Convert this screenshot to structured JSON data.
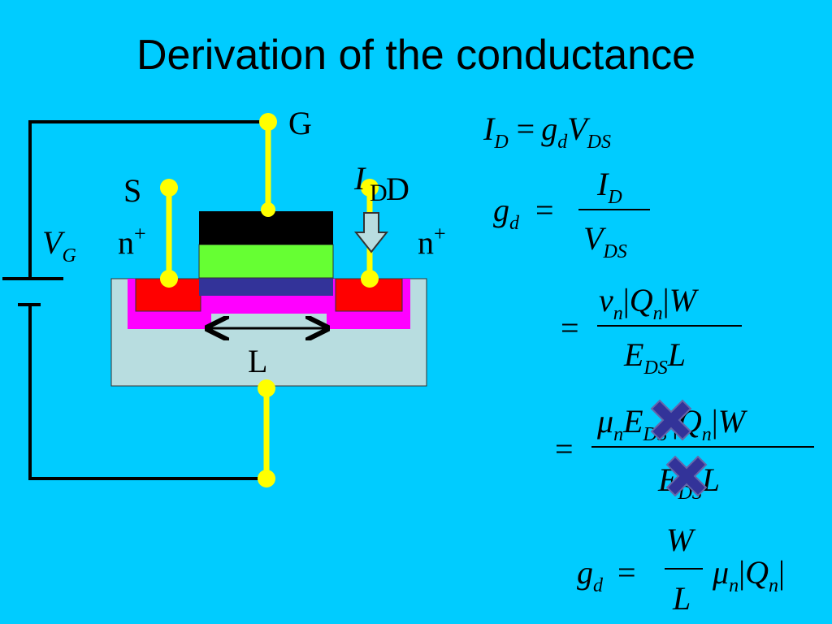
{
  "title": "Derivation of the conductance",
  "device": {
    "gate_label": "G",
    "source_label": "S",
    "drain_label": "D",
    "source_region_label": "n",
    "drain_region_label": "n",
    "doping_superscript": "+",
    "length_label": "L",
    "current_symbol": "I",
    "current_subscript": "D",
    "gate_voltage_symbol": "V",
    "gate_voltage_subscript": "G"
  },
  "equations": {
    "eq1": {
      "I": "I",
      "D": "D",
      "eq": "=",
      "g": "g",
      "d": "d",
      "V": "V",
      "DS": "DS"
    },
    "eq2": {
      "g": "g",
      "d": "d",
      "eq": "=",
      "num_I": "I",
      "num_D": "D",
      "den_V": "V",
      "den_DS": "DS"
    },
    "eq3": {
      "eq": "=",
      "v": "v",
      "n": "n",
      "Q": "Q",
      "Qn": "n",
      "W": "W",
      "E": "E",
      "DS": "DS",
      "L": "L"
    },
    "eq4": {
      "eq": "=",
      "mu": "μ",
      "n": "n",
      "E": "E",
      "DS": "DS",
      "Q": "Q",
      "Qn": "n",
      "W": "W",
      "denE": "E",
      "denDS": "DS",
      "L": "L"
    },
    "eq5": {
      "g": "g",
      "d": "d",
      "eq": "=",
      "W": "W",
      "L": "L",
      "mu": "μ",
      "n": "n",
      "Q": "Q",
      "Qn": "n"
    }
  },
  "colors": {
    "background": "#00CCFF",
    "substrate": "#B8DDE0",
    "pwell": "#FF00FF",
    "n_plus": "#FF0000",
    "gate_metal": "#000000",
    "gate_poly": "#66FF33",
    "oxide": "#333399",
    "lead": "#FFFF00",
    "cross": "#333399"
  }
}
